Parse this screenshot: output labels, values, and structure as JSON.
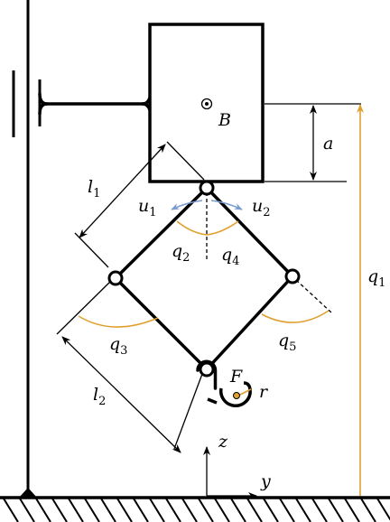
{
  "labels": {
    "B": "B",
    "a": "a",
    "l1": {
      "main": "l",
      "sub": "1"
    },
    "l2": {
      "main": "l",
      "sub": "2"
    },
    "u1": {
      "main": "u",
      "sub": "1"
    },
    "u2": {
      "main": "u",
      "sub": "2"
    },
    "q1": {
      "main": "q",
      "sub": "1"
    },
    "q2": {
      "main": "q",
      "sub": "2"
    },
    "q3": {
      "main": "q",
      "sub": "3"
    },
    "q4": {
      "main": "q",
      "sub": "4"
    },
    "q5": {
      "main": "q",
      "sub": "5"
    },
    "F": "F",
    "r": "r",
    "z": "z",
    "y": "y"
  },
  "colors": {
    "line": "#000000",
    "angle": "#E0A030",
    "input": "#7A9CCF",
    "background": "#FFFFFF"
  }
}
